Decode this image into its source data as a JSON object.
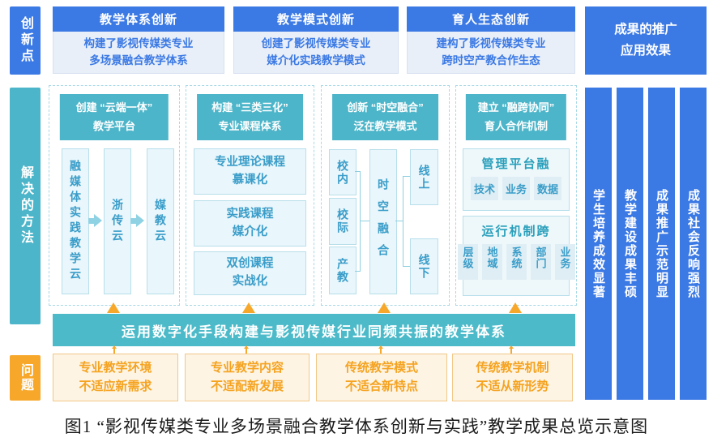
{
  "colors": {
    "blue": "#3b79e4",
    "teal": "#4db5c9",
    "banner": "#4cbac9",
    "orange": "#f7a82b",
    "solution_box_bg": "#e9f6fb",
    "solution_box_border": "#b8dfeb",
    "solution_box_text": "#3a9dc9",
    "innovation_body_bg": "#e9eff8",
    "problem_bg": "#fdf4e4",
    "problem_border": "#f2c887",
    "problem_text": "#f5a320"
  },
  "innovation": {
    "label": "创新点",
    "items": [
      {
        "title": "教学体系创新",
        "desc": "构建了影视传媒类专业\n多场景融合教学体系"
      },
      {
        "title": "教学模式创新",
        "desc": "创建了影视传媒类专业\n媒介化实践教学模式"
      },
      {
        "title": "育人生态创新",
        "desc": "建构了影视传媒类专业\n跨时空产教合作生态"
      }
    ]
  },
  "solution": {
    "label": "解决的方法",
    "banner": "运用数字化手段构建与影视传媒行业同频共振的教学体系",
    "col1": {
      "title": "创建 “云端一体”\n教学平台",
      "nodes": [
        "融媒体实践教学云",
        "浙传云",
        "媒教云"
      ]
    },
    "col2": {
      "title": "构建 “三类三化”\n专业课程体系",
      "items": [
        "专业理论课程\n慕课化",
        "实践课程\n媒介化",
        "双创课程\n实战化"
      ]
    },
    "col3": {
      "title": "创新 “时空融合”\n泛在教学模式",
      "left": [
        "校内",
        "校际",
        "产教"
      ],
      "center": "时空融合",
      "right": [
        "线上",
        "线下"
      ]
    },
    "col4": {
      "title": "建立 “融跨协同”\n育人合作机制",
      "groups": [
        {
          "title": "管理平台融",
          "chips": [
            "技术",
            "业务",
            "数据"
          ]
        },
        {
          "title": "运行机制跨",
          "chips": [
            "层级",
            "地域",
            "系统",
            "部门",
            "业务"
          ]
        }
      ]
    }
  },
  "problems": {
    "label": "问题",
    "items": [
      "专业教学环境\n不适应新需求",
      "专业教学内容\n不适配新发展",
      "传统教学模式\n不适合新特点",
      "传统教学机制\n不适从新形势"
    ]
  },
  "results": {
    "title": "成果的推广\n应用效果",
    "bars": [
      "学生培养成效显著",
      "教学建设成果丰硕",
      "成果推广示范明显",
      "成果社会反响强烈"
    ]
  },
  "caption": "图1 “影视传媒类专业多场景融合教学体系创新与实践”教学成果总览示意图"
}
